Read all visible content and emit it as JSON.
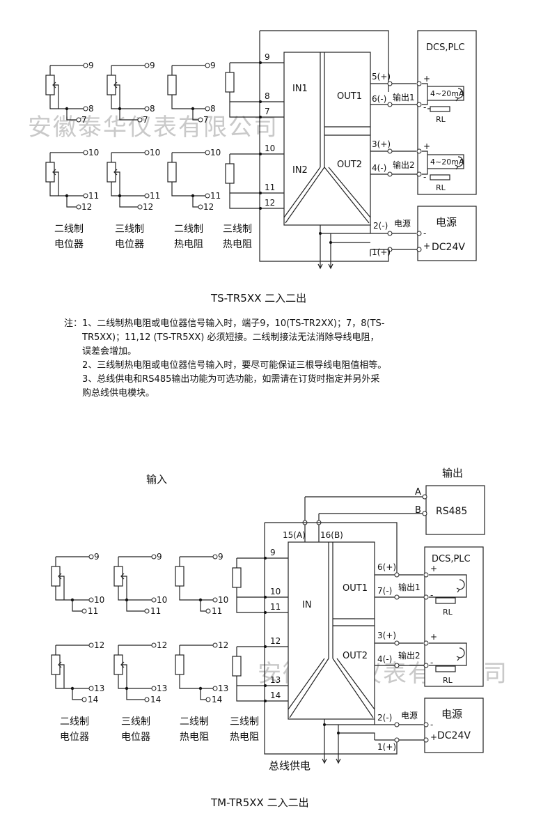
{
  "watermark": "安徽泰华仪表有限公司",
  "d1": {
    "title": "TS-TR5XX 二入二出",
    "sensors": [
      {
        "l1": "二线制",
        "l2": "电位器"
      },
      {
        "l1": "三线制",
        "l2": "电位器"
      },
      {
        "l1": "二线制",
        "l2": "热电阻"
      },
      {
        "l1": "三线制",
        "l2": "热电阻"
      }
    ],
    "row1_terms": [
      "9",
      "8",
      "7"
    ],
    "row2_terms": [
      "10",
      "11",
      "12"
    ],
    "in1": "IN1",
    "in2": "IN2",
    "out1": "OUT1",
    "out2": "OUT2",
    "t5": "5(+)",
    "t6": "6(-)",
    "t3": "3(+)",
    "t4": "4(-)",
    "t2": "2(-)",
    "t1": "1(+)",
    "out_label1": "输出1",
    "out_label2": "输出2",
    "dcs": "DCS,PLC",
    "ma": "4~20mA",
    "rl": "RL",
    "plus": "+",
    "minus": "-",
    "power_label": "电源",
    "power_title": "电源",
    "power_v": "DC24V"
  },
  "notes": {
    "prefix": "注：",
    "n1a": "1、二线制热电阻或电位器信号输入时，端子9，10(TS-TR2XX)；7，8(TS-",
    "n1b": "TR5XX)；11,12 (TS-TR5XX) 必须短接。二线制接法无法消除导线电阻，",
    "n1c": "误差会增加。",
    "n2": "2、三线制热电阻或电位器信号输入时，要尽可能保证三根导线电阻值相等。",
    "n3a": "3、总线供电和RS485输出功能为可选功能，如需请在订货时指定并另外采",
    "n3b": "购总线供电模块。"
  },
  "d2": {
    "title": "TM-TR5XX 二入二出",
    "input_label": "输入",
    "output_label": "输出",
    "a": "A",
    "b": "B",
    "rs485": "RS485",
    "t15": "15(A)",
    "t16": "16(B)",
    "row1_terms": [
      "9",
      "10",
      "11"
    ],
    "row2_terms": [
      "12",
      "13",
      "14"
    ],
    "in": "IN",
    "out1": "OUT1",
    "out2": "OUT2",
    "t6": "6(+)",
    "t7": "7(-)",
    "t3": "3(+)",
    "t4": "4(-)",
    "t2": "2(-)",
    "t1": "1(+)",
    "out_label1": "输出1",
    "out_label2": "输出2",
    "dcs": "DCS,PLC",
    "rl": "RL",
    "plus": "+",
    "minus": "-",
    "power_label": "电源",
    "power_title": "电源",
    "power_v": "DC24V",
    "bus": "总线供电"
  }
}
